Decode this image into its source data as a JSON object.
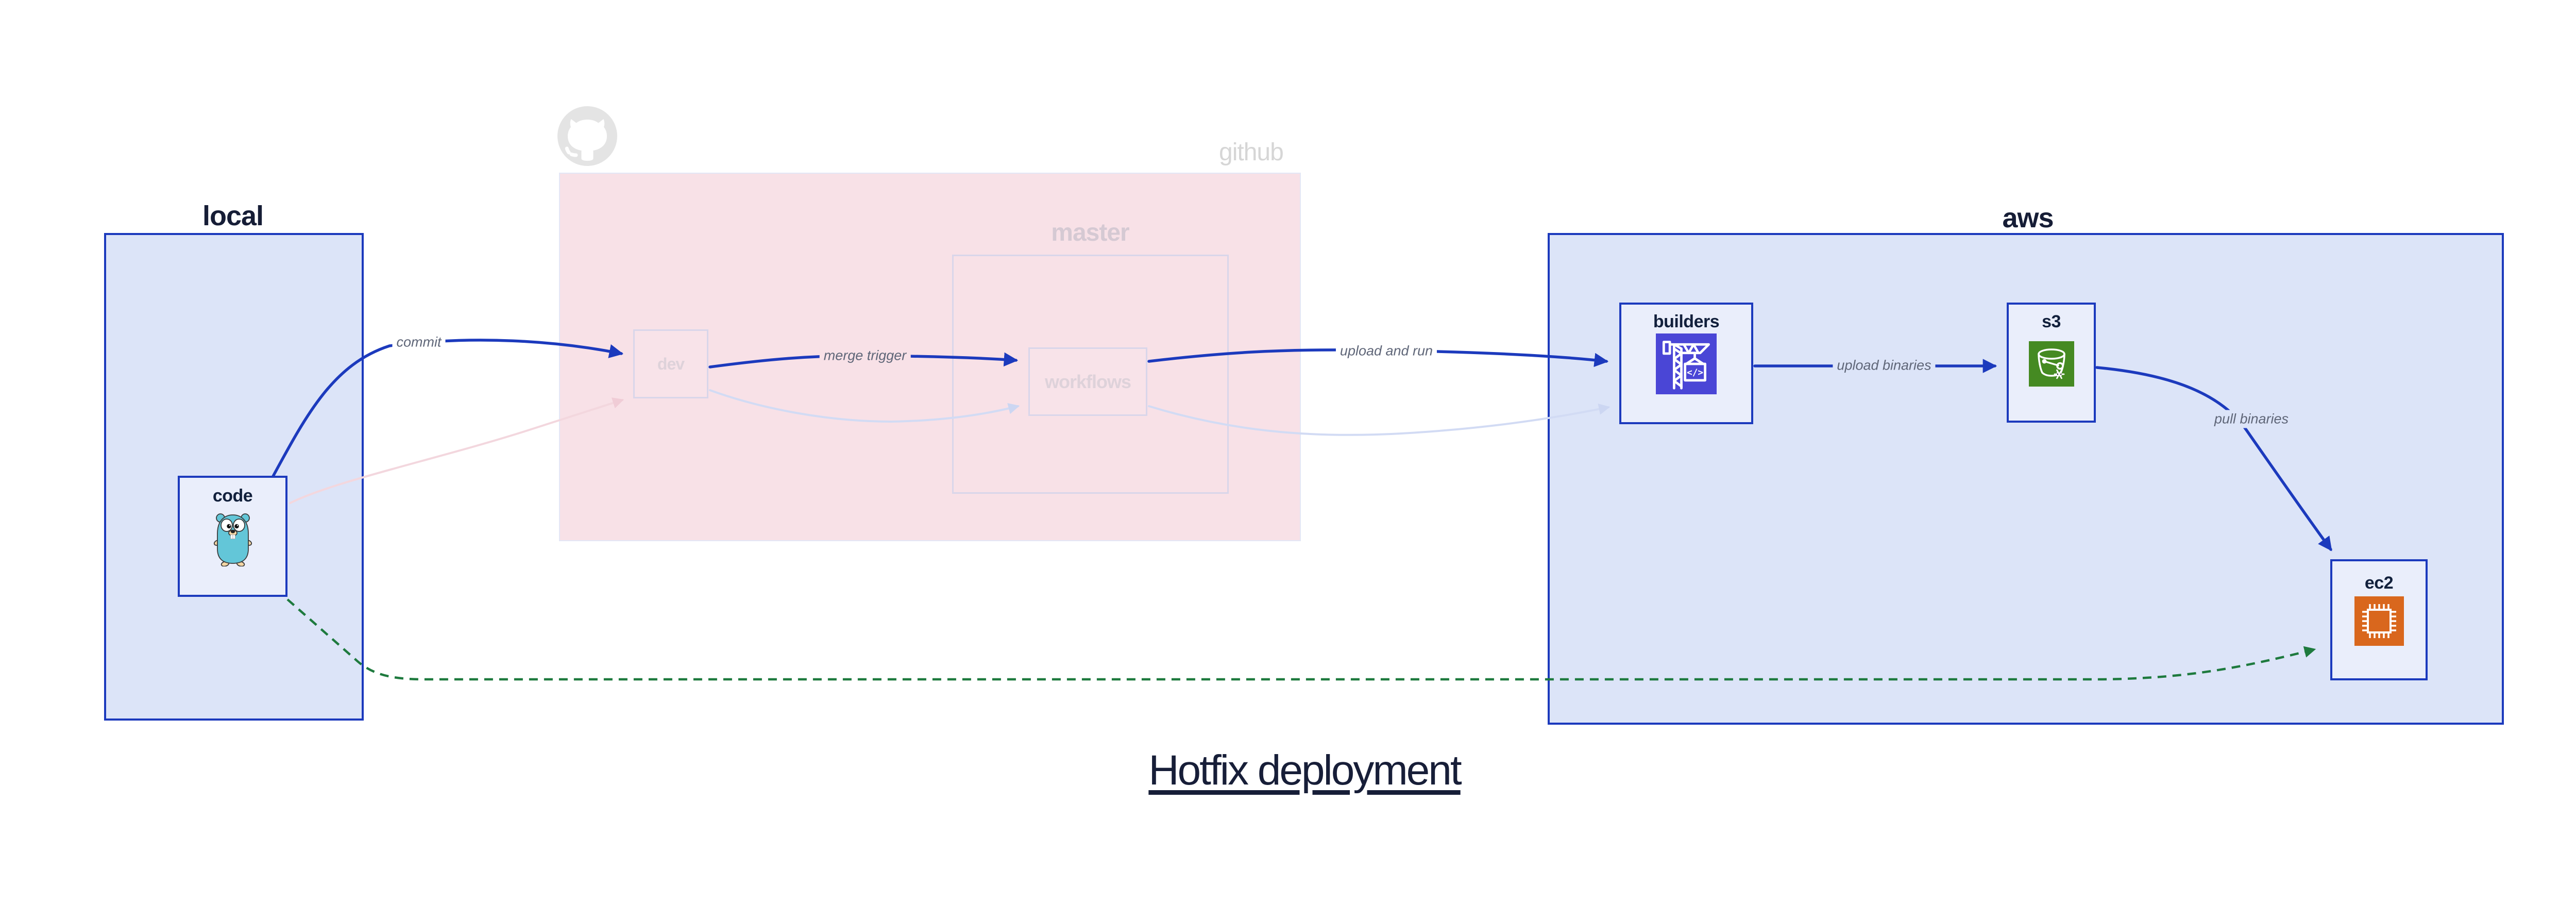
{
  "title": {
    "text": "Hotfix deployment"
  },
  "containers": {
    "local": {
      "label": "local"
    },
    "github": {
      "label": "github",
      "icon": "github-octocat-icon"
    },
    "master": {
      "label": "master"
    },
    "aws": {
      "label": "aws"
    }
  },
  "nodes": {
    "code": {
      "label": "code",
      "icon": "go-gopher-icon"
    },
    "dev": {
      "label": "dev"
    },
    "workflows": {
      "label": "workflows"
    },
    "builders": {
      "label": "builders",
      "icon": "codebuild-crane-icon",
      "icon_code_text": "</>"
    },
    "s3": {
      "label": "s3",
      "icon": "s3-bucket-icon"
    },
    "ec2": {
      "label": "ec2",
      "icon": "ec2-chip-icon"
    }
  },
  "edges": {
    "commit": {
      "label": "commit",
      "from": "code",
      "to": "dev",
      "style": "active-blue"
    },
    "merge_trigger": {
      "label": "merge trigger",
      "from": "dev",
      "to": "workflows",
      "style": "active-blue"
    },
    "upload_and_run": {
      "label": "upload and run",
      "from": "workflows",
      "to": "builders",
      "style": "active-blue"
    },
    "upload_binaries": {
      "label": "upload binaries",
      "from": "builders",
      "to": "s3",
      "style": "active-blue"
    },
    "pull_binaries": {
      "label": "pull binaries",
      "from": "s3",
      "to": "ec2",
      "style": "active-blue"
    },
    "code_dev_faded": {
      "label": "",
      "from": "code",
      "to": "dev",
      "style": "faded-pink"
    },
    "dev_workflows_faded": {
      "label": "",
      "from": "dev",
      "to": "workflows",
      "style": "faded-lavender"
    },
    "workflows_builders_faded": {
      "label": "",
      "from": "workflows",
      "to": "builders",
      "style": "faded-lavender"
    },
    "hotfix_path": {
      "label": "",
      "from": "code",
      "to": "ec2",
      "style": "dashed-green"
    }
  },
  "colors": {
    "accent_blue": "#1c3abd",
    "container_bg": "#dce4f8",
    "node_bg": "#eaeefb",
    "github_cluster_bg": "#f8e1e7",
    "faded_border": "#d9d6ea",
    "faded_pink_edge": "#f3d7de",
    "faded_lavender_edge": "#d2dbf4",
    "green_dashed": "#1e7a3e",
    "edge_label_gray": "#5f6678",
    "navy_text": "#161d36",
    "codebuild_icon_bg": "#4a46d6",
    "s3_icon_bg": "#458a22",
    "ec2_icon_bg": "#d9671d",
    "octocat_gray": "#e4e4e4",
    "gopher_teal": "#63c6d8"
  }
}
